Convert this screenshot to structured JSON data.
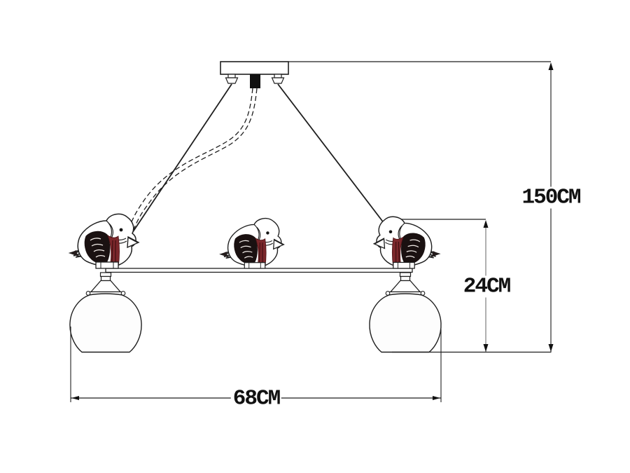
{
  "diagram": {
    "type": "product-dimension-line-drawing",
    "dimensions": {
      "total_height": "150CM",
      "fixture_height": "24CM",
      "fixture_width": "68CM"
    },
    "colors": {
      "line": "#1f1f1f",
      "dim_line_light": "#8f8f8f",
      "bird_wing_black": "#1a1111",
      "bird_breast_red": "#7b272b",
      "background": "#ffffff"
    }
  }
}
